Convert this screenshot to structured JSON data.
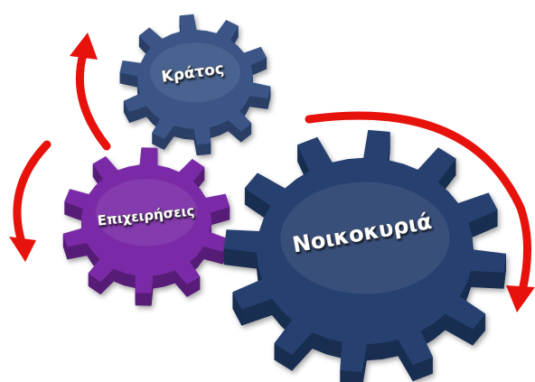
{
  "diagram": {
    "gears": [
      {
        "id": "state",
        "label": "Κράτος",
        "color": "#3a5586",
        "side_color": "#2a3f66"
      },
      {
        "id": "business",
        "label": "Επιχειρήσεις",
        "color": "#7a2aa6",
        "side_color": "#561c77"
      },
      {
        "id": "household",
        "label": "Νοικοκυριά",
        "color": "#26416f",
        "side_color": "#1a2e51"
      }
    ],
    "arrow_color": "#e8120c"
  }
}
